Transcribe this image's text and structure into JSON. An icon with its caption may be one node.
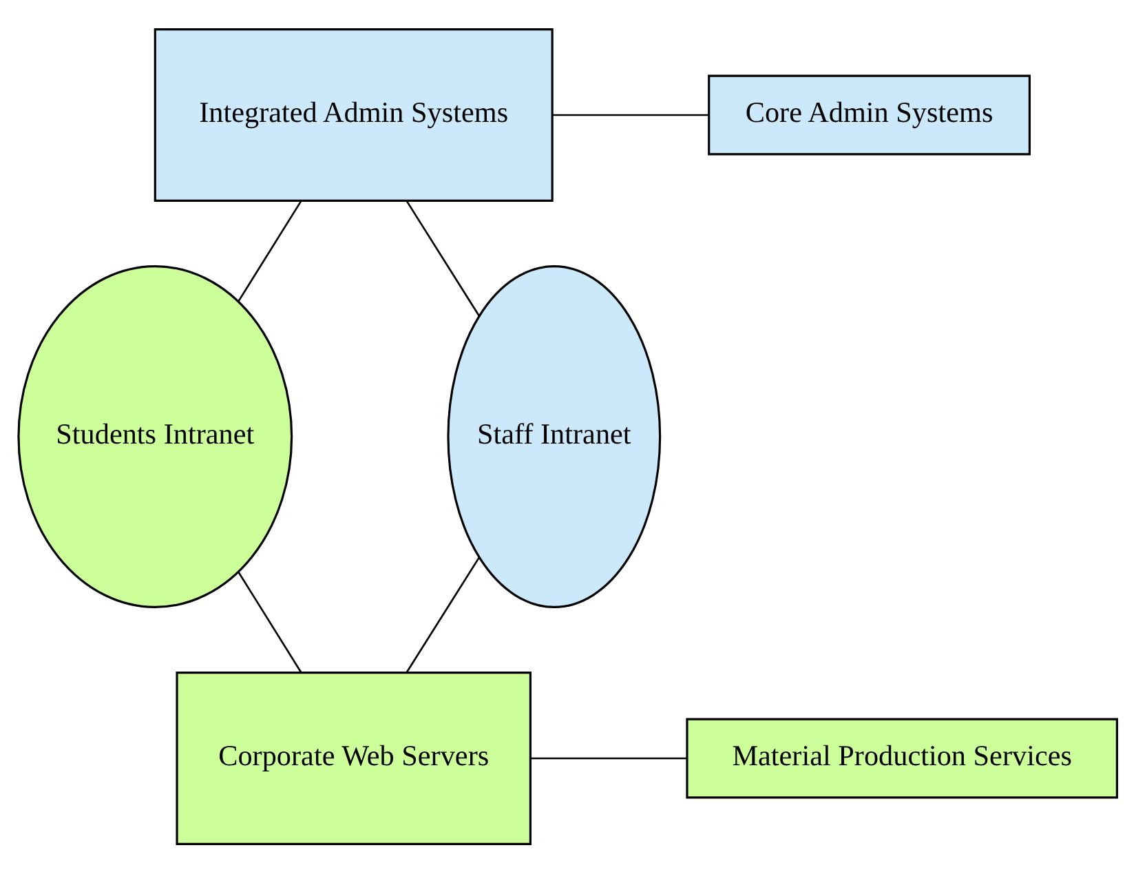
{
  "diagram": {
    "nodes": [
      {
        "text": [
          "Integrated Admin Systems"
        ]
      },
      {
        "text": [
          "Core Admin Systems"
        ]
      },
      {
        "text": [
          "Students Intranet"
        ]
      },
      {
        "text": [
          "Staff Intranet"
        ]
      },
      {
        "text": [
          "Corporate Web Servers"
        ]
      },
      {
        "text": [
          "Material Production Services"
        ]
      }
    ],
    "edges": [
      {
        "from": 0,
        "to": 1,
        "arrow": "none"
      },
      {
        "from": 0,
        "to": 2,
        "arrow": "none"
      },
      {
        "from": 0,
        "to": 3,
        "arrow": "none"
      },
      {
        "from": 2,
        "to": 4,
        "arrow": "none"
      },
      {
        "from": 3,
        "to": 4,
        "arrow": "none"
      },
      {
        "from": 4,
        "to": 5,
        "arrow": "none"
      }
    ]
  }
}
